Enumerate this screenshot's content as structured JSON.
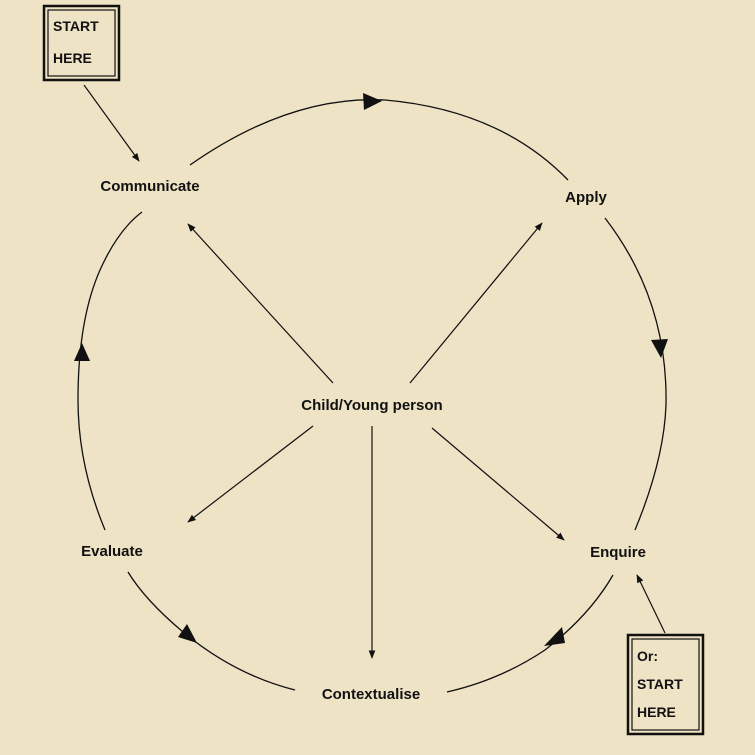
{
  "center": {
    "label": "Child/Young person"
  },
  "nodes": {
    "communicate": "Communicate",
    "apply": "Apply",
    "enquire": "Enquire",
    "contextualise": "Contextualise",
    "evaluate": "Evaluate"
  },
  "start_box_top": {
    "line1": "START",
    "line2": "HERE"
  },
  "start_box_bottom": {
    "line1": "Or:",
    "line2": "START",
    "line3": "HERE"
  },
  "colors": {
    "background": "#efe3c6",
    "stroke": "#111111"
  }
}
